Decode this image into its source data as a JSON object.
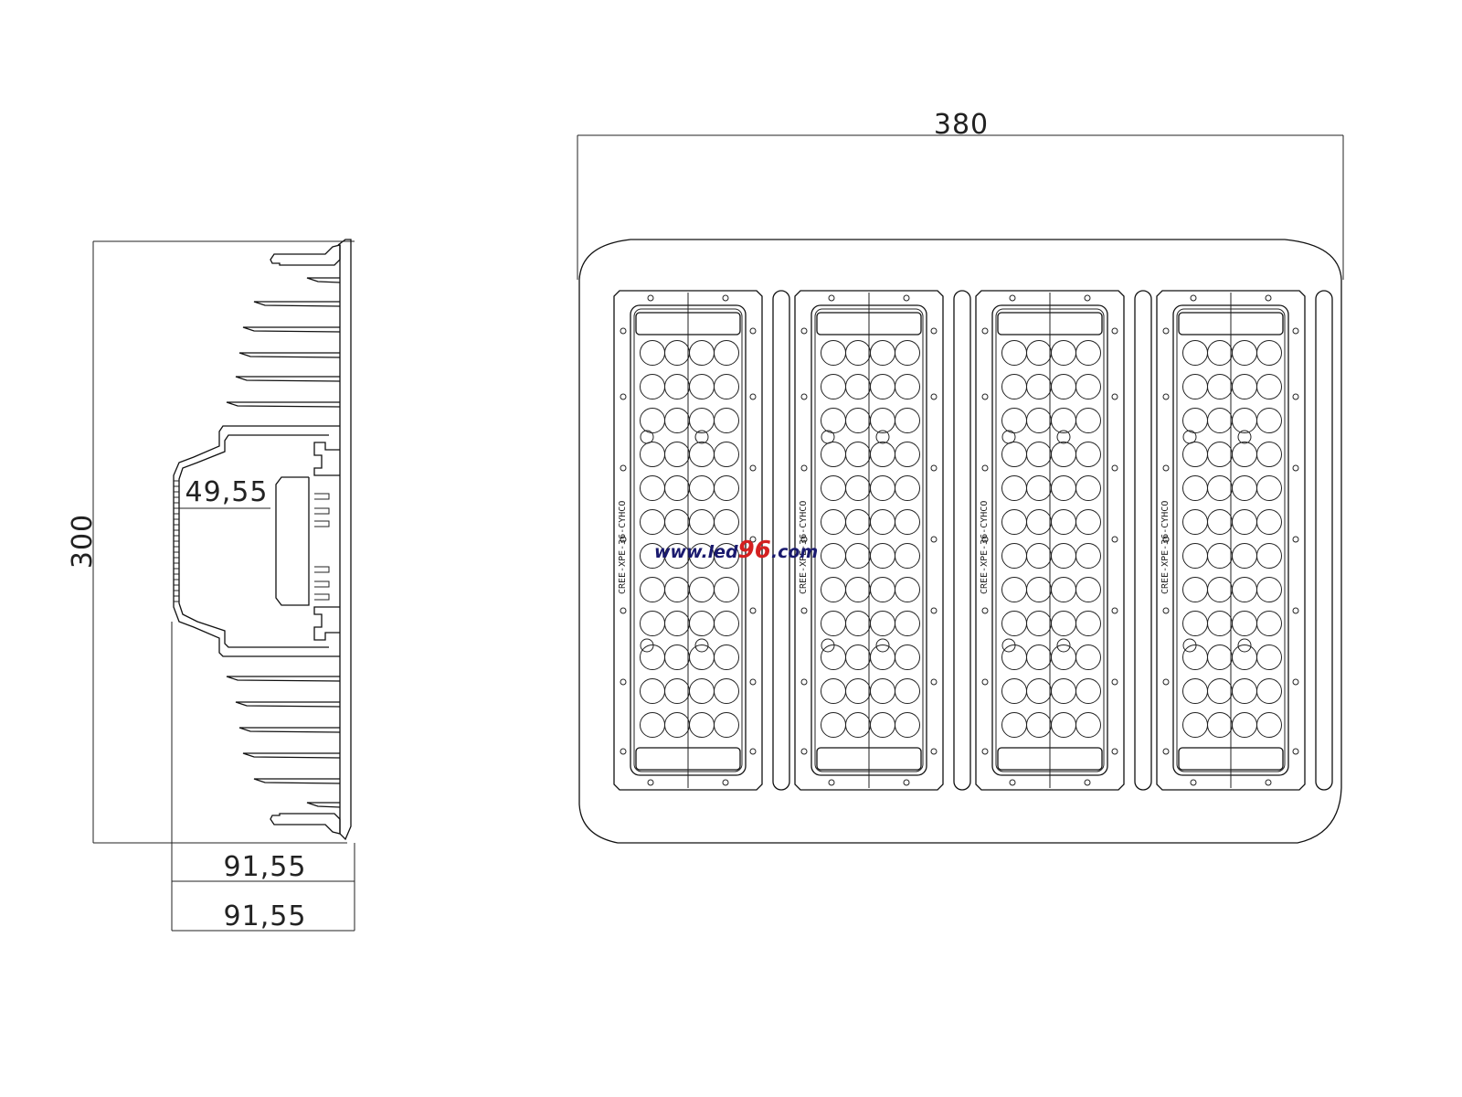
{
  "side_view": {
    "height_label": "300",
    "inner_width_label": "49,55",
    "width_label_1": "91,55",
    "width_label_2": "91,55"
  },
  "front_view": {
    "width_label": "380",
    "module_count": 4,
    "lens_rows": 12,
    "lens_cols": 4,
    "module_part_code": "CREE-XPE-36-CYHCO"
  },
  "watermark": {
    "prefix": "www.led",
    "highlight": "96",
    "suffix": ".com",
    "prefix_color": "#1a1a6e",
    "highlight_color": "#d42020"
  },
  "colors": {
    "line": "#111111",
    "background": "#ffffff"
  }
}
